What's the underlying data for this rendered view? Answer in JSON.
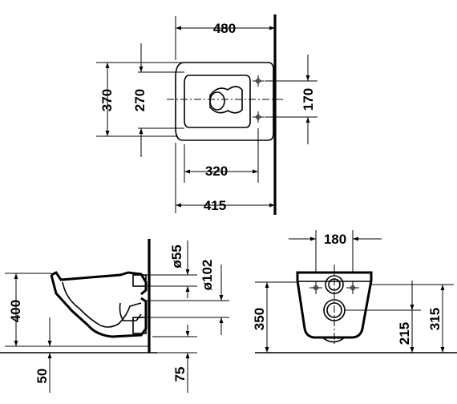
{
  "dimensions": {
    "top_view": {
      "width": "480",
      "depth": "370",
      "inner_depth": "270",
      "fixing_spacing": "170",
      "projection_320": "320",
      "projection_415": "415"
    },
    "side_view": {
      "height": "400",
      "base_offset": "50",
      "inlet_diameter": "ø55",
      "outlet_diameter": "ø102",
      "outlet_height": "75"
    },
    "front_view": {
      "fixing_width": "180",
      "height_350": "350",
      "height_215": "215",
      "height_315": "315"
    }
  }
}
